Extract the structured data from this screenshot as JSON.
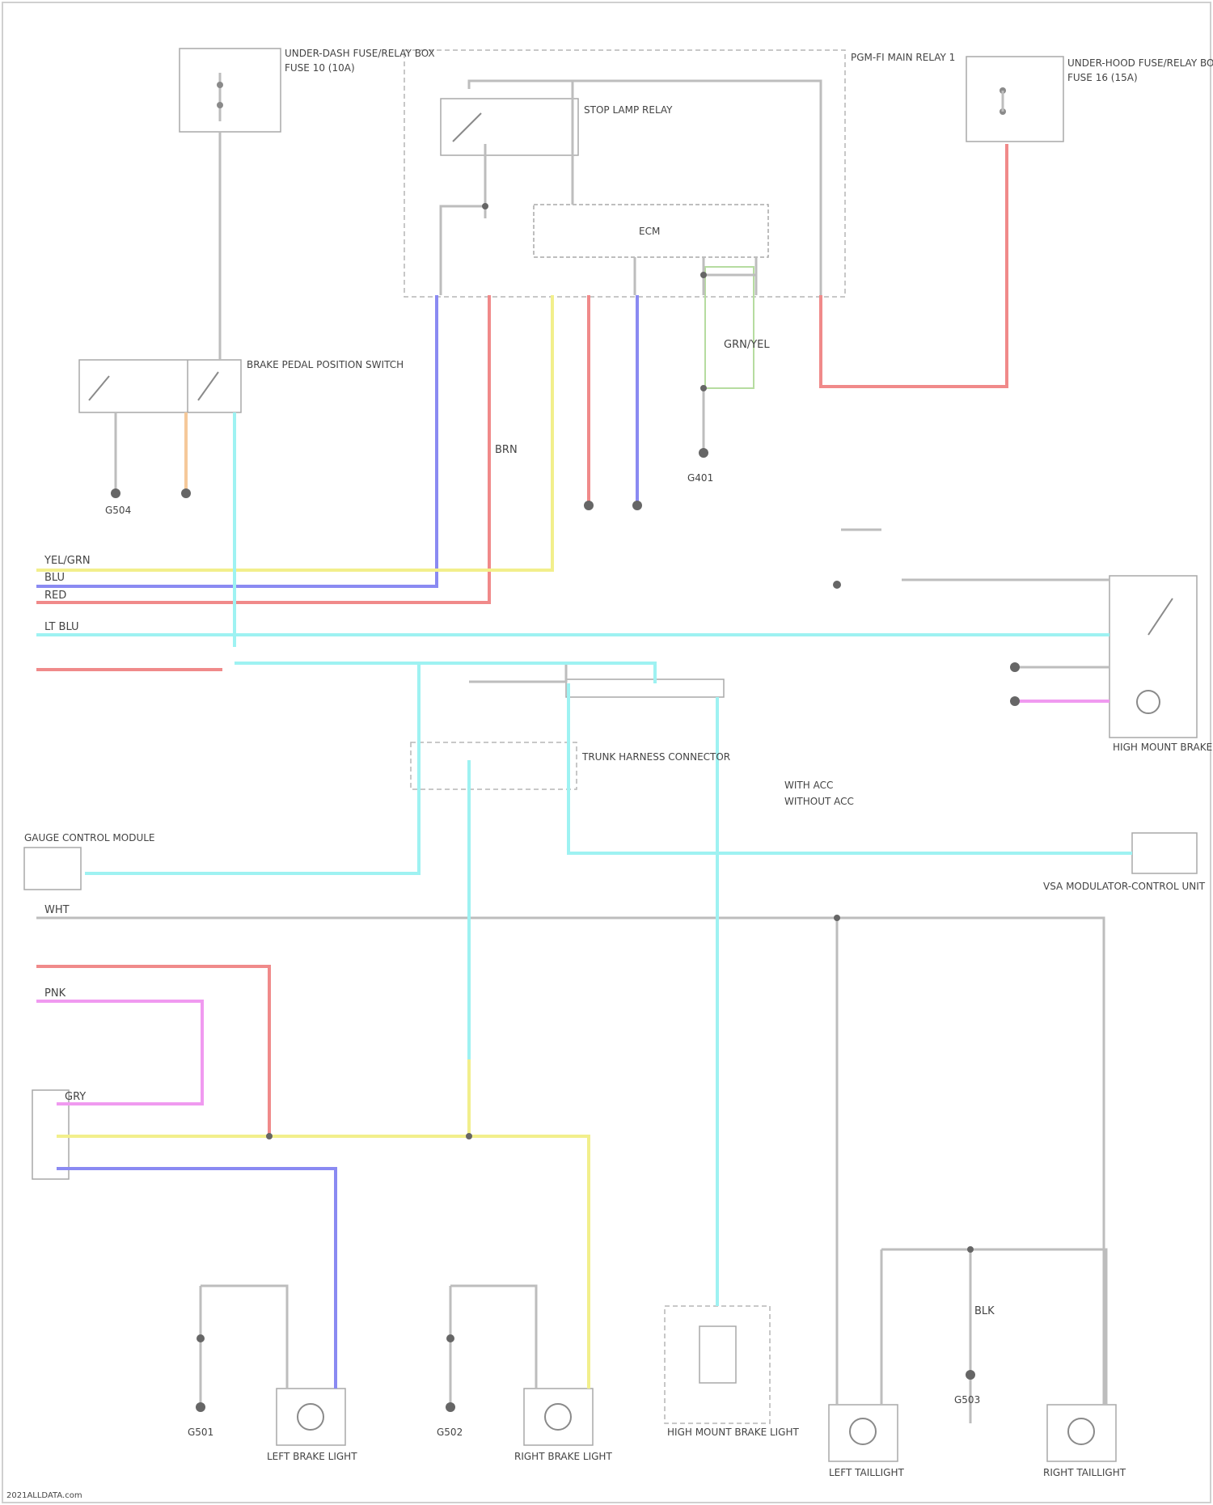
{
  "diagram": {
    "watermark": "2021ALLDATA.com",
    "components": {
      "fuse_box_left_title": "UNDER-DASH FUSE/RELAY BOX",
      "fuse_box_left_fuse": "FUSE 10 (10A)",
      "fuse_box_right_title": "UNDER-HOOD FUSE/RELAY BOX",
      "fuse_box_right_fuse": "FUSE 16 (15A)",
      "stop_lamp_relay": "STOP LAMP RELAY",
      "ecm": "ECM",
      "pgm_fi_main_relay": "PGM-FI MAIN RELAY 1",
      "brake_pedal_switch": "BRAKE PEDAL POSITION SWITCH",
      "high_mount_brake_light": "HIGH MOUNT BRAKE LIGHT",
      "left_taillight": "LEFT TAILLIGHT",
      "right_taillight": "RIGHT TAILLIGHT",
      "left_brake_light": "LEFT BRAKE LIGHT",
      "right_brake_light": "RIGHT BRAKE LIGHT",
      "vsa_modulator": "VSA MODULATOR-CONTROL UNIT",
      "gauge_control_module": "GAUGE CONTROL MODULE",
      "trunk_harness": "TRUNK HARNESS CONNECTOR",
      "with_acc": "WITH ACC",
      "without_acc": "WITHOUT ACC"
    },
    "grounds": {
      "g401": "G401",
      "g501": "G501",
      "g502": "G502",
      "g503": "G503",
      "g504": "G504"
    },
    "wires": [
      {
        "label": "YEL/GRN"
      },
      {
        "label": "BLU"
      },
      {
        "label": "RED"
      },
      {
        "label": "LT BLU"
      },
      {
        "label": "WHT"
      },
      {
        "label": "PNK"
      },
      {
        "label": "GRY"
      },
      {
        "label": "BLK"
      },
      {
        "label": "BRN"
      },
      {
        "label": "GRN/YEL"
      }
    ],
    "colors": {
      "blue_wire": "#8a8af2",
      "red_wire": "#f08a8a",
      "yellow_wire": "#f2ef8c",
      "cyan_wire": "#9ef2f2",
      "pink_wire": "#f09af0",
      "orange_wire": "#f5c99a",
      "green_wire": "#b6dca0",
      "black_wire": "#bdbdbd",
      "component_outline": "#a8a8a8"
    }
  }
}
